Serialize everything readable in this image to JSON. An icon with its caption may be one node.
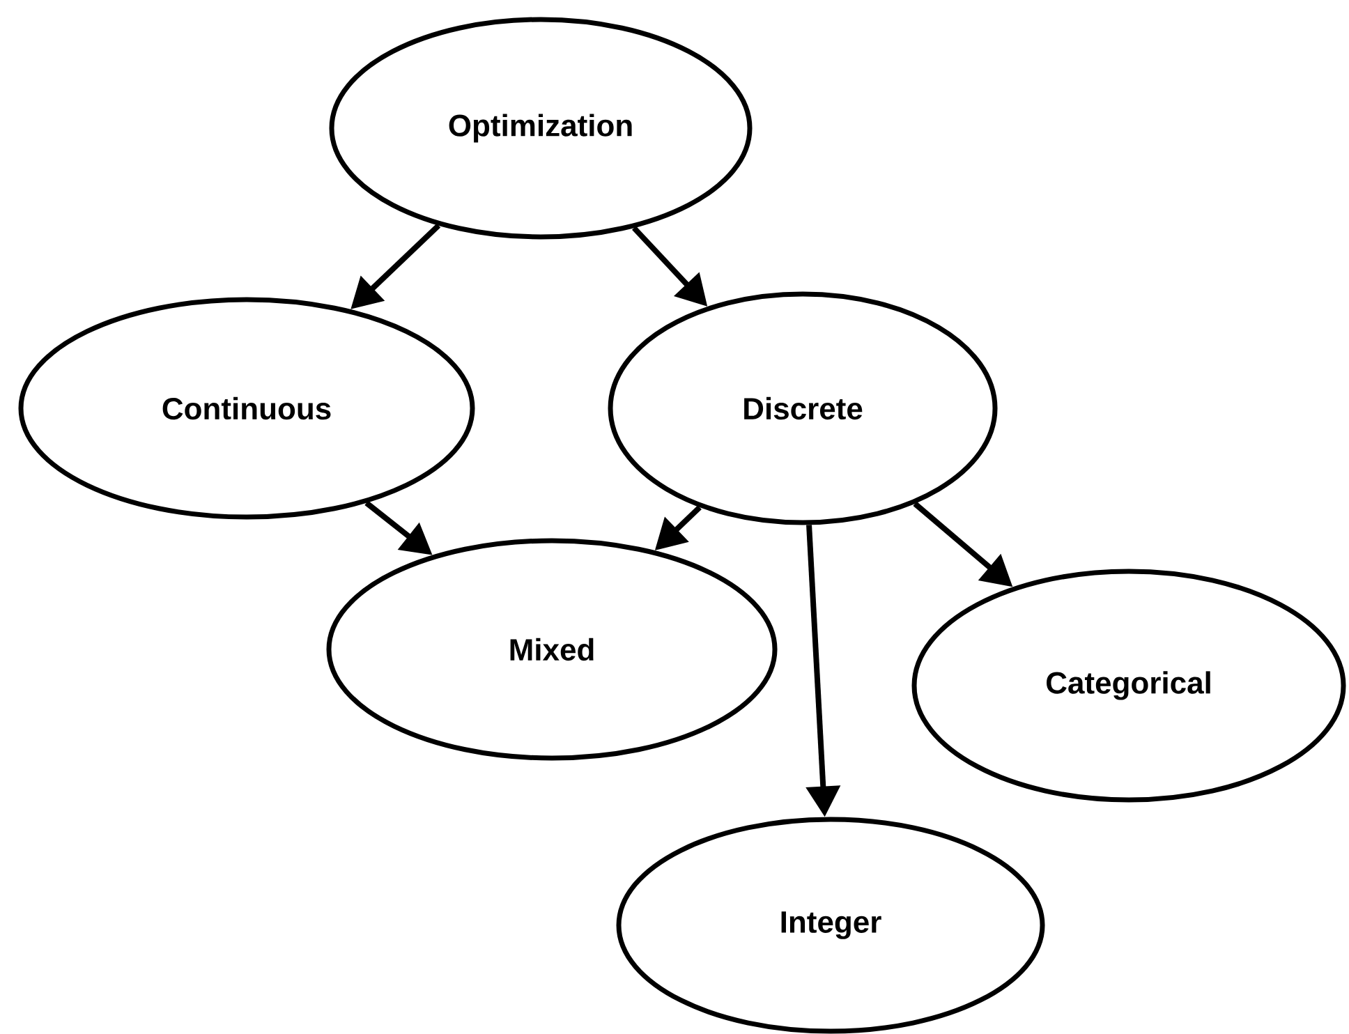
{
  "diagram": {
    "nodes": [
      {
        "text": [
          "Optimization"
        ]
      },
      {
        "text": [
          "Continuous"
        ]
      },
      {
        "text": [
          "Discrete"
        ]
      },
      {
        "text": [
          "Mixed"
        ]
      },
      {
        "text": [
          "Categorical"
        ]
      },
      {
        "text": [
          "Integer"
        ]
      }
    ],
    "edges": [
      {
        "from": 0,
        "to": 1,
        "arrow": "to"
      },
      {
        "from": 0,
        "to": 2,
        "arrow": "to"
      },
      {
        "from": 1,
        "to": 3,
        "arrow": "to"
      },
      {
        "from": 2,
        "to": 3,
        "arrow": "to"
      },
      {
        "from": 2,
        "to": 5,
        "arrow": "to"
      },
      {
        "from": 2,
        "to": 4,
        "arrow": "to"
      }
    ]
  }
}
